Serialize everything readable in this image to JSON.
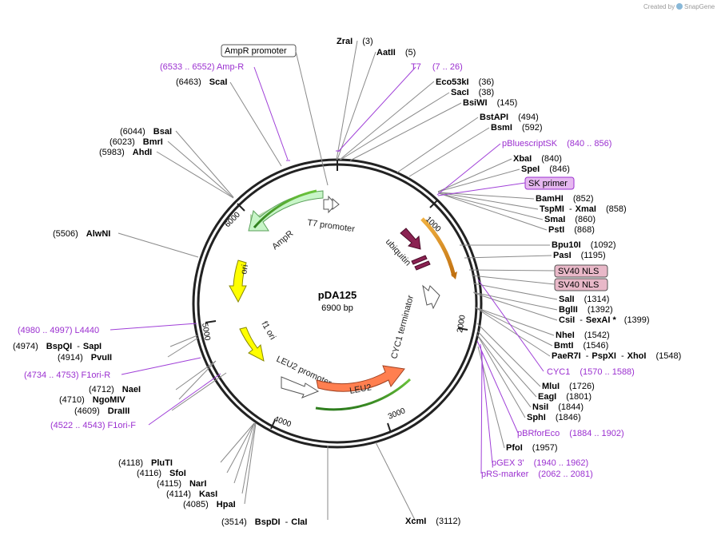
{
  "header": {
    "credit": "Created by",
    "brand": "SnapGene"
  },
  "plasmid": {
    "name": "pDA125",
    "length_label": "6900 bp"
  },
  "ticks": [
    "1000",
    "2000",
    "3000",
    "4000",
    "5000",
    "6000"
  ],
  "features": {
    "ampr": "AmpR",
    "ampr_promoter": "AmpR promoter",
    "t7_promoter": "T7 promoter",
    "ori": "ori",
    "f1_ori": "f1 ori",
    "leu2_promoter": "LEU2 promoter",
    "leu2": "LEU2",
    "cyc1_terminator": "CYC1 terminator",
    "ubiquitin": "ubiquitin",
    "sv40_nls_1": "SV40 NLS",
    "sv40_nls_2": "SV40 NLS",
    "sk_primer": "SK primer"
  },
  "sites": {
    "zrai": {
      "name": "ZraI",
      "pos": "(3)"
    },
    "aatii": {
      "name": "AatII",
      "pos": "(5)"
    },
    "eco53ki": {
      "name": "Eco53kI",
      "pos": "(36)"
    },
    "saci": {
      "name": "SacI",
      "pos": "(38)"
    },
    "bsiwi": {
      "name": "BsiWI",
      "pos": "(145)"
    },
    "bstapi": {
      "name": "BstAPI",
      "pos": "(494)"
    },
    "bsmi": {
      "name": "BsmI",
      "pos": "(592)"
    },
    "xbai": {
      "name": "XbaI",
      "pos": "(840)"
    },
    "spei": {
      "name": "SpeI",
      "pos": "(846)"
    },
    "bamhi": {
      "name": "BamHI",
      "pos": "(852)"
    },
    "tspmi": {
      "name": "TspMI",
      "sep": "-",
      "name2": "XmaI",
      "pos": "(858)"
    },
    "smai": {
      "name": "SmaI",
      "pos": "(860)"
    },
    "psti": {
      "name": "PstI",
      "pos": "(868)"
    },
    "bpu10i": {
      "name": "Bpu10I",
      "pos": "(1092)"
    },
    "pasi": {
      "name": "PasI",
      "pos": "(1195)"
    },
    "sali": {
      "name": "SalI",
      "pos": "(1314)"
    },
    "bglii": {
      "name": "BglII",
      "pos": "(1392)"
    },
    "csii": {
      "name": "CsiI",
      "sep": "-",
      "name2": "SexAI *",
      "pos": "(1399)"
    },
    "nhei": {
      "name": "NheI",
      "pos": "(1542)"
    },
    "bmti": {
      "name": "BmtI",
      "pos": "(1546)"
    },
    "paer7i": {
      "name": "PaeR7I",
      "sep": "-",
      "name2": "PspXI",
      "sep2": "-",
      "name3": "XhoI",
      "pos": "(1548)"
    },
    "mlui": {
      "name": "MluI",
      "pos": "(1726)"
    },
    "eagi": {
      "name": "EagI",
      "pos": "(1801)"
    },
    "nsii": {
      "name": "NsiI",
      "pos": "(1844)"
    },
    "sphi": {
      "name": "SphI",
      "pos": "(1846)"
    },
    "pfoi": {
      "name": "PfoI",
      "pos": "(1957)"
    },
    "xcmi": {
      "name": "XcmI",
      "pos": "(3112)"
    },
    "bspdi": {
      "name": "BspDI",
      "sep": "-",
      "name2": "ClaI",
      "pos": "(3514)"
    },
    "hpai": {
      "name": "HpaI",
      "pos": "(4085)"
    },
    "kasi": {
      "name": "KasI",
      "pos": "(4114)"
    },
    "nari": {
      "name": "NarI",
      "pos": "(4115)"
    },
    "sfoi": {
      "name": "SfoI",
      "pos": "(4116)"
    },
    "pluti": {
      "name": "PluTI",
      "pos": "(4118)"
    },
    "draiii": {
      "name": "DraIII",
      "pos": "(4609)"
    },
    "ngomiv": {
      "name": "NgoMIV",
      "pos": "(4710)"
    },
    "naei": {
      "name": "NaeI",
      "pos": "(4712)"
    },
    "pvuii": {
      "name": "PvuII",
      "pos": "(4914)"
    },
    "bspqi": {
      "name": "BspQI",
      "sep": "-",
      "name2": "SapI",
      "pos": "(4974)"
    },
    "alwni": {
      "name": "AlwNI",
      "pos": "(5506)"
    },
    "ahdi": {
      "name": "AhdI",
      "pos": "(5983)"
    },
    "bmri": {
      "name": "BmrI",
      "pos": "(6023)"
    },
    "bsai": {
      "name": "BsaI",
      "pos": "(6044)"
    },
    "scai": {
      "name": "ScaI",
      "pos": "(6463)"
    }
  },
  "primers": {
    "ampr": "(6533 .. 6552)  Amp-R",
    "t7": "T7",
    "t7_range": "(7 .. 26)",
    "pbluescriptsk": "pBluescriptSK",
    "pbluescriptsk_range": "(840 .. 856)",
    "cyc1": "CYC1",
    "cyc1_range": "(1570 .. 1588)",
    "pbrforeco": "pBRforEco",
    "pbrforeco_range": "(1884 .. 1902)",
    "pgex3": "pGEX 3'",
    "pgex3_range": "(1940 .. 1962)",
    "prsmarker": "pRS-marker",
    "prsmarker_range": "(2062 .. 2081)",
    "l4440": "(4980 .. 4997)  L4440",
    "f1orir": "(4734 .. 4753)  F1ori-R",
    "f1orif": "(4522 .. 4543)  F1ori-F"
  },
  "colors": {
    "backbone": "#222222",
    "ampr": "#c8f5c8",
    "ori": "#ffff00",
    "f1_ori": "#ffff00",
    "leu2": "#ff7f50",
    "ubiquitin": "#8b2252",
    "sv40_nls": "#e8b8c8",
    "sk_primer": "#e6b8f0",
    "primer": "#9b30d0",
    "orf_arc": "#4caf30",
    "orf_arc_orange": "#e8a030"
  }
}
